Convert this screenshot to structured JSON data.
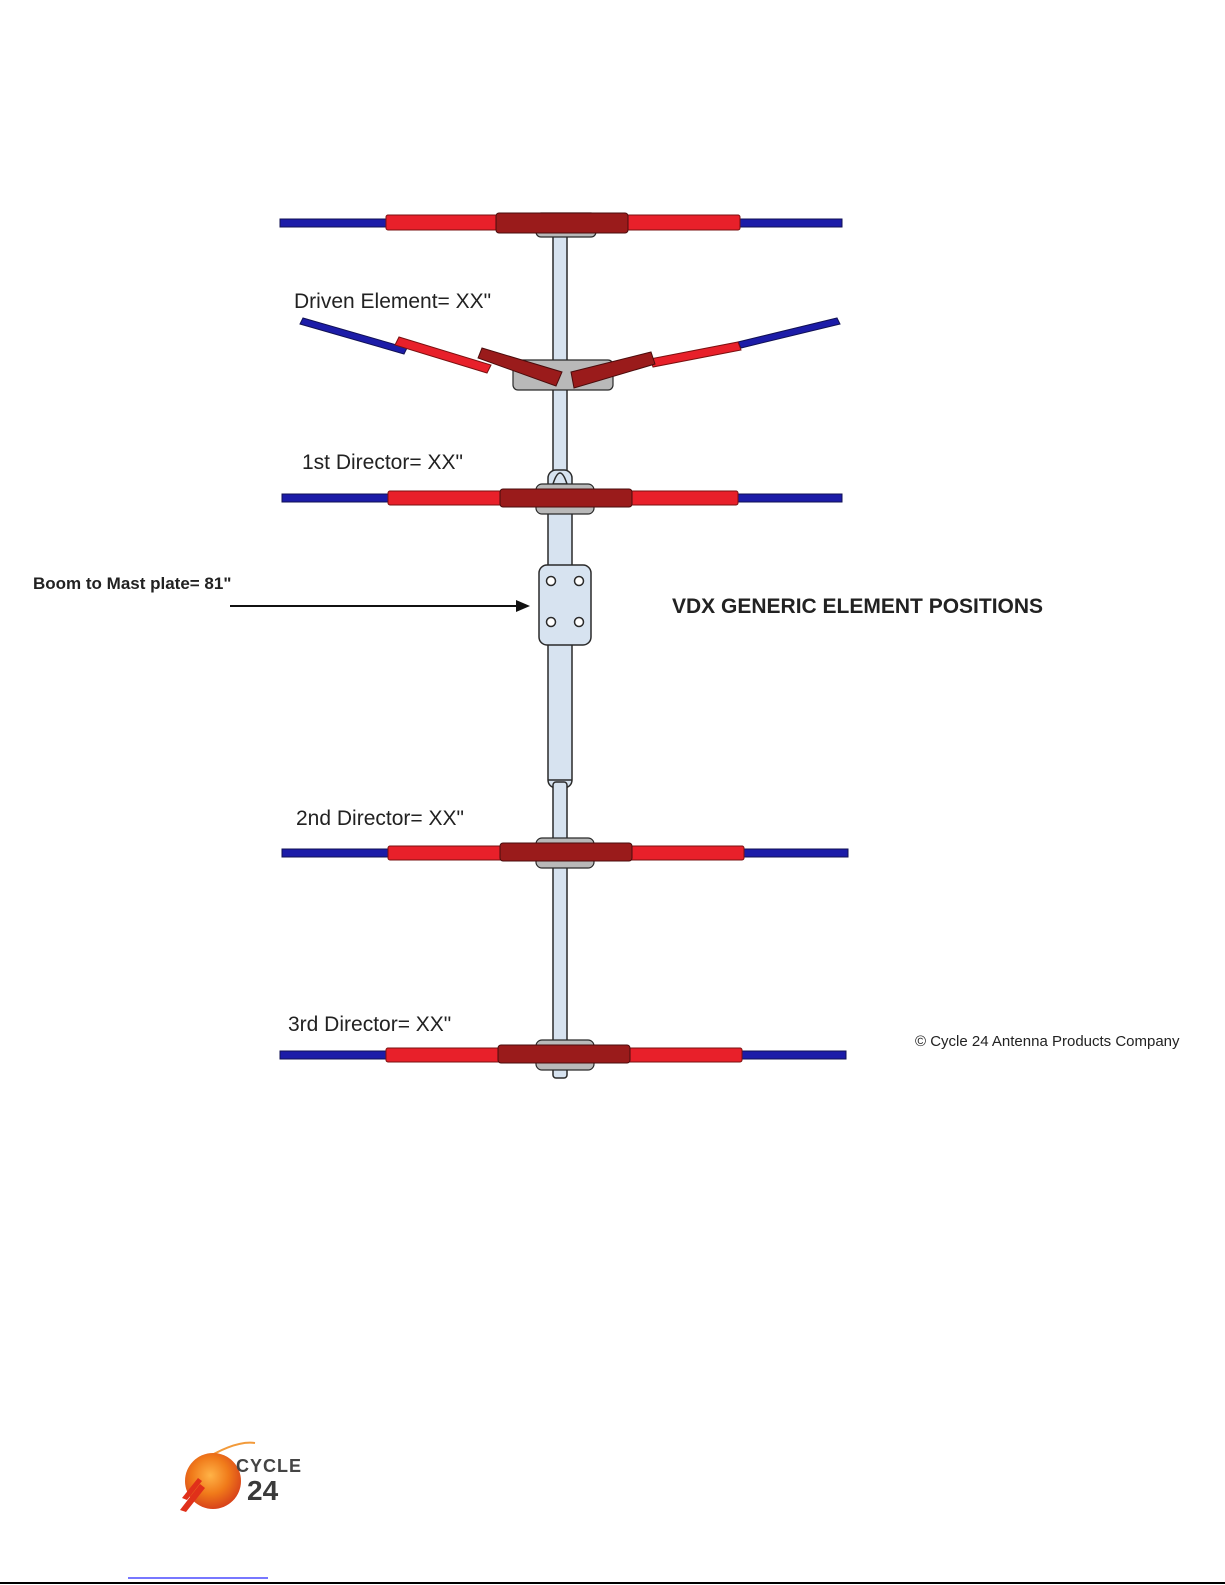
{
  "labels": {
    "driven": "Driven Element= XX\"",
    "dir1": "1st Director= XX\"",
    "boom_mast": "Boom to Mast plate= 81\"",
    "title": "VDX GENERIC ELEMENT POSITIONS",
    "dir2": "2nd Director= XX\"",
    "dir3": "3rd Director= XX\"",
    "copyright": "© Cycle 24 Antenna Products Company"
  },
  "logo": {
    "word": "CYCLE",
    "number": "24"
  },
  "colors": {
    "tip_blue": "#1c1ca8",
    "element_red": "#e8202a",
    "hub_dark_red": "#9a1b1b",
    "boom_fill": "#d7e3f0",
    "clamp_gray": "#b9b9b9",
    "outline": "#2a2a2a"
  }
}
